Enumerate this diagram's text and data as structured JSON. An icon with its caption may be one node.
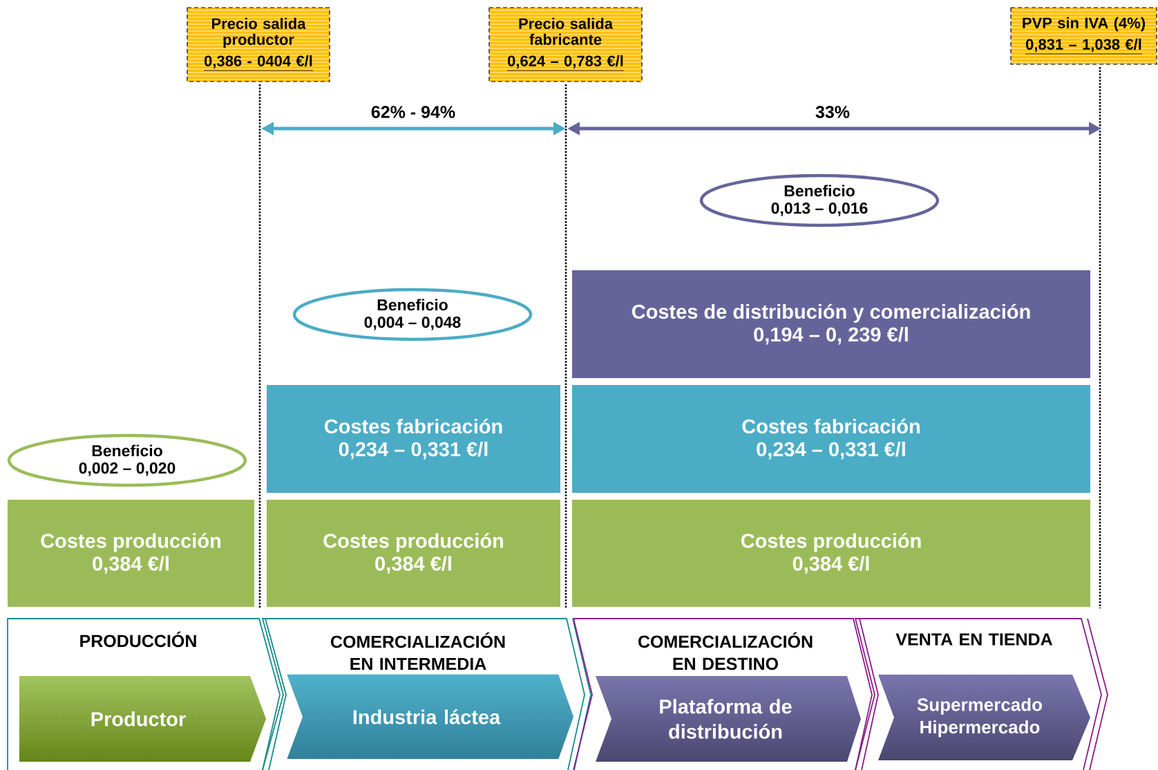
{
  "diagram": {
    "nodes": [
      {
        "text": [
          "Precio salida productor",
          "0,386 - 0404 €/l"
        ]
      },
      {
        "text": [
          "Precio salida fabricante",
          "0,624 – 0,783 €/l"
        ]
      },
      {
        "text": [
          "PVP sin IVA (4%)",
          "0,831 – 1,038 €/l"
        ]
      },
      {
        "text": [
          "Beneficio",
          "0,013 – 0,016"
        ]
      },
      {
        "text": [
          "Costes de distribución y comercialización",
          "0,194 – 0, 239 €/l"
        ]
      },
      {
        "text": [
          "Beneficio",
          "0,004 – 0,048"
        ]
      },
      {
        "text": [
          "Costes fabricación",
          "0,234 – 0,331 €/l"
        ]
      },
      {
        "text": [
          "Costes fabricación",
          "0,234 – 0,331 €/l"
        ]
      },
      {
        "text": [
          "Beneficio",
          "0,002 – 0,020"
        ]
      },
      {
        "text": [
          "Costes producción",
          "0,384 €/l"
        ]
      },
      {
        "text": [
          "Costes producción",
          "0,384 €/l"
        ]
      },
      {
        "text": [
          "Costes producción",
          "0,384 €/l"
        ]
      },
      {
        "text": [
          "PRODUCCIÓN"
        ]
      },
      {
        "text": [
          "Productor"
        ],
        "in": 12
      },
      {
        "text": [
          "COMERCIALIZACIÓN EN INTERMEDIA"
        ]
      },
      {
        "text": [
          "Industria láctea"
        ],
        "in": 14
      },
      {
        "text": [
          "COMERCIALIZACIÓN EN DESTINO"
        ]
      },
      {
        "text": [
          "Plataforma de distribución"
        ],
        "in": 16
      },
      {
        "text": [
          "VENTA EN TIENDA"
        ]
      },
      {
        "text": [
          "Supermercado Hipermercado"
        ],
        "in": 18
      }
    ],
    "labels": [
      "62% - 94%",
      "33%"
    ]
  }
}
